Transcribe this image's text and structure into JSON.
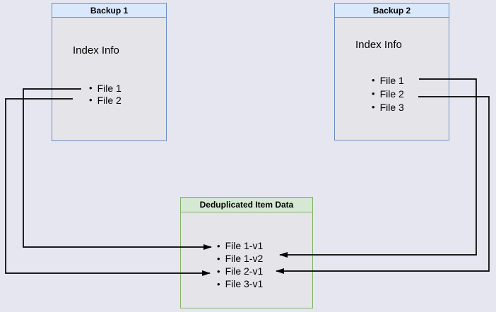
{
  "diagram": {
    "background_color": "#e6e6f0",
    "line_color": "#000000",
    "boxes": {
      "backup1": {
        "title": "Backup 1",
        "subtitle": "Index Info",
        "bullet": "•",
        "items": [
          "File 1",
          "File 2"
        ],
        "header_fill": "#dae8fc",
        "border_color": "#6c8ebf"
      },
      "backup2": {
        "title": "Backup 2",
        "subtitle": "Index Info",
        "bullet": "•",
        "items": [
          "File 1",
          "File 2",
          "File 3"
        ],
        "header_fill": "#dae8fc",
        "border_color": "#6c8ebf"
      },
      "dedup": {
        "title": "Deduplicated Item Data",
        "bullet": "•",
        "items": [
          "File 1-v1",
          "File 1-v2",
          "File 2-v1",
          "File 3-v1"
        ],
        "header_fill": "#d5e8d4",
        "border_color": "#82b366"
      }
    },
    "edges": [
      {
        "from": "Backup 1 / File 1",
        "to": "Deduplicated Item Data / File 1-v1"
      },
      {
        "from": "Backup 1 / File 2",
        "to": "Deduplicated Item Data / File 2-v1"
      },
      {
        "from": "Backup 2 / File 1",
        "to": "Deduplicated Item Data / File 1-v2"
      },
      {
        "from": "Backup 2 / File 2",
        "to": "Deduplicated Item Data / File 2-v1"
      }
    ]
  }
}
